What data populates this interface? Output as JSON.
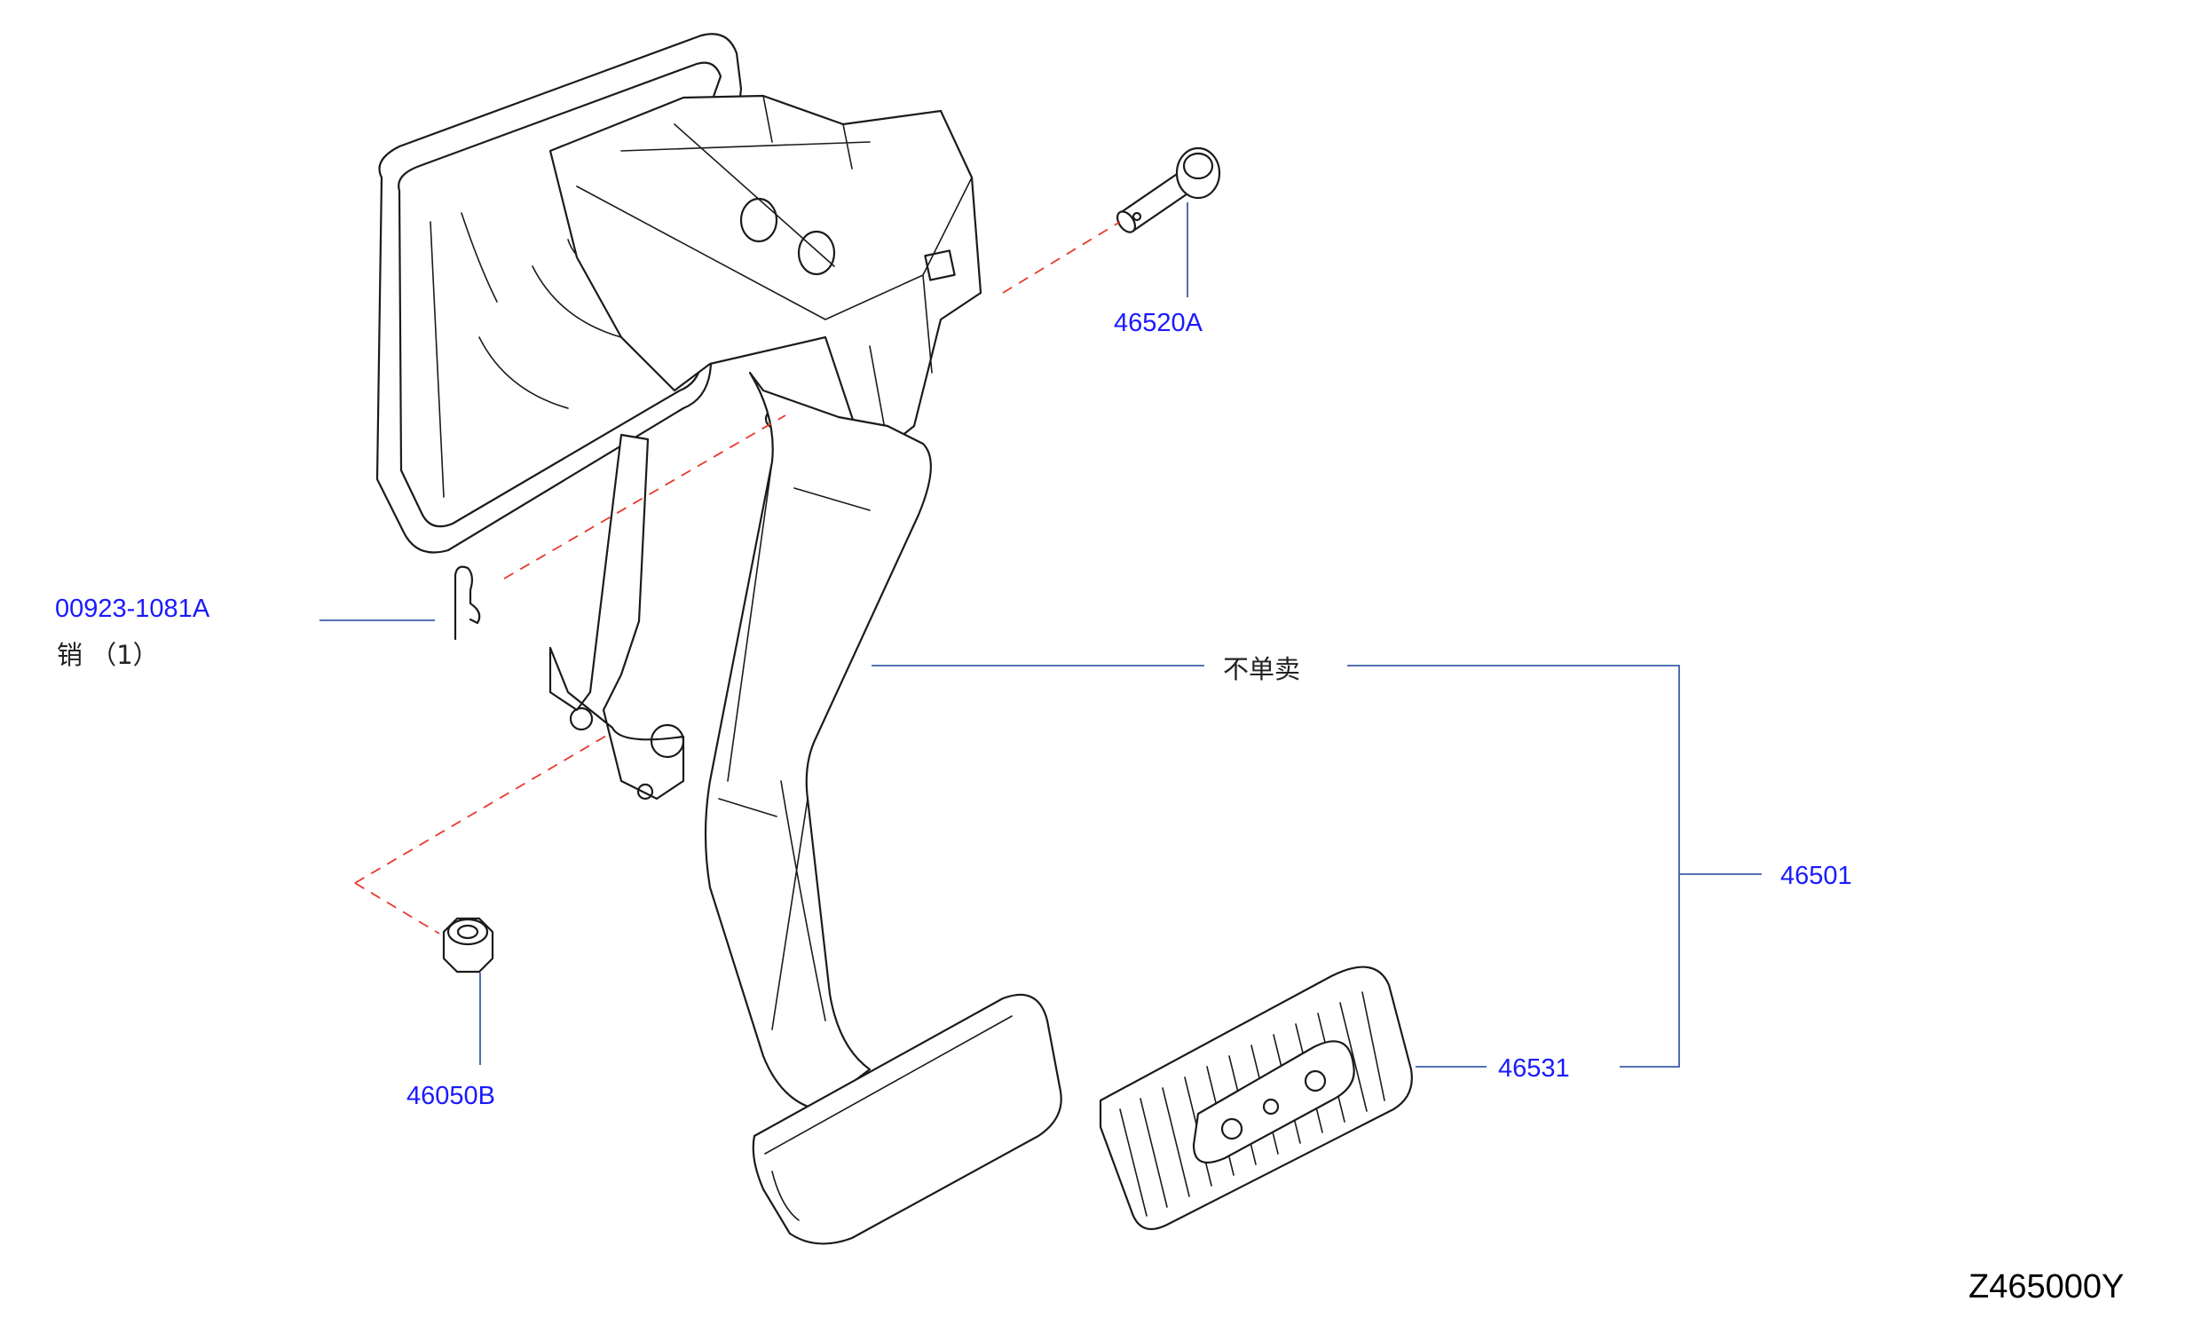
{
  "callouts": {
    "clip_part_no": "00923-1081A",
    "clip_desc": "销 （1）",
    "pin_part_no": "46520A",
    "nut_part_no": "46050B",
    "assembly_part_no": "46501",
    "pad_part_no": "46531",
    "not_sold_separately": "不单卖"
  },
  "diagram_id": "Z465000Y",
  "colors": {
    "part_number_text": "#1a1aff",
    "leader_line": "#3a5ea8",
    "hidden_line": "#e8392f",
    "line_art": "#1b1b1b"
  }
}
